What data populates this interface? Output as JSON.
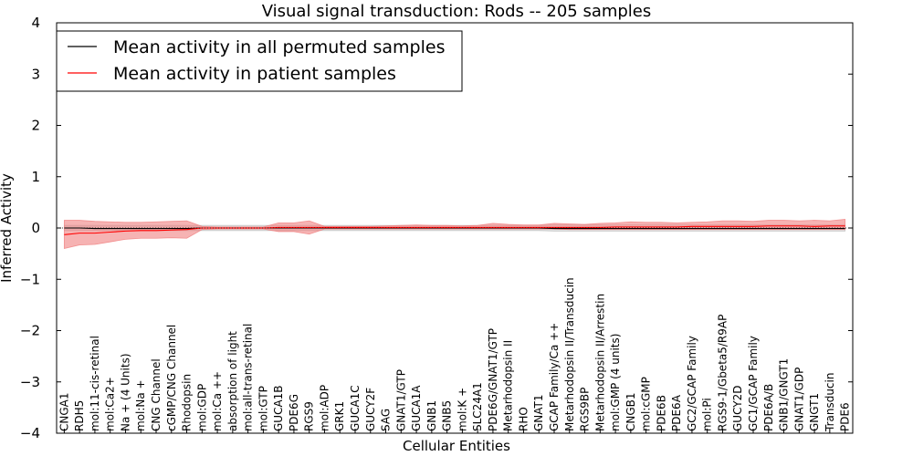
{
  "chart_data": {
    "type": "line",
    "title": "Visual signal transduction: Rods -- 205 samples",
    "xlabel": "Cellular Entities",
    "ylabel": "Inferred Activity",
    "ylim": [
      -4,
      4
    ],
    "yticks": [
      "−4",
      "−3",
      "−2",
      "−1",
      "0",
      "1",
      "2",
      "3",
      "4"
    ],
    "legend_position": "top-left",
    "categories": [
      "CNGA1",
      "RDH5",
      "mol:11-cis-retinal",
      "mol:Ca2+",
      "Na + (4 Units)",
      "mol:Na +",
      "CNG Channel",
      "cGMP/CNG Channel",
      "Rhodopsin",
      "mol:GDP",
      "mol:Ca ++",
      "absorption of light",
      "mol:all-trans-retinal",
      "mol:GTP",
      "GUCA1B",
      "PDE6G",
      "RGS9",
      "mol:ADP",
      "GRK1",
      "GUCA1C",
      "GUCY2F",
      "SAG",
      "GNAT1/GTP",
      "GUCA1A",
      "GNB1",
      "GNB5",
      "mol:K +",
      "SLC24A1",
      "PDE6G/GNAT1/GTP",
      "Metarhodopsin II",
      "RHO",
      "GNAT1",
      "GCAP Family/Ca ++",
      "Metarhodopsin II/Transducin",
      "RGS9BP",
      "Metarhodopsin II/Arrestin",
      "mol:GMP (4 units)",
      "CNGB1",
      "mol:cGMP",
      "PDE6B",
      "PDE6A",
      "GC2/GCAP Family",
      "mol:Pi",
      "RGS9-1/Gbeta5/R9AP",
      "GUCY2D",
      "GC1/GCAP Family",
      "PDE6A/B",
      "GNB1/GNGT1",
      "GNAT1/GDP",
      "GNGT1",
      "Transducin",
      "PDE6"
    ],
    "series": [
      {
        "name": "Mean activity in all permuted samples",
        "color": "#000000",
        "band_color": "#bbbbbb",
        "values": [
          0.0,
          0.0,
          -0.01,
          -0.01,
          -0.01,
          -0.01,
          -0.01,
          -0.01,
          -0.01,
          0.0,
          0.0,
          0.0,
          0.0,
          0.0,
          0.0,
          0.0,
          0.0,
          0.0,
          0.0,
          0.0,
          0.0,
          0.0,
          0.0,
          0.0,
          0.0,
          0.0,
          0.0,
          0.0,
          0.0,
          0.0,
          0.0,
          0.0,
          -0.01,
          -0.01,
          -0.01,
          -0.01,
          -0.01,
          -0.01,
          -0.01,
          -0.01,
          -0.01,
          -0.01,
          -0.01,
          -0.01,
          -0.01,
          -0.01,
          -0.01,
          -0.01,
          -0.01,
          -0.01,
          -0.01,
          -0.01
        ],
        "lower": [
          -0.05,
          -0.05,
          -0.05,
          -0.05,
          -0.05,
          -0.05,
          -0.05,
          -0.05,
          -0.05,
          -0.05,
          -0.05,
          -0.05,
          -0.05,
          -0.05,
          -0.05,
          -0.05,
          -0.05,
          -0.05,
          -0.05,
          -0.05,
          -0.05,
          -0.05,
          -0.05,
          -0.05,
          -0.05,
          -0.05,
          -0.05,
          -0.05,
          -0.05,
          -0.05,
          -0.05,
          -0.05,
          -0.06,
          -0.06,
          -0.06,
          -0.06,
          -0.06,
          -0.06,
          -0.06,
          -0.06,
          -0.06,
          -0.06,
          -0.06,
          -0.06,
          -0.06,
          -0.06,
          -0.06,
          -0.06,
          -0.06,
          -0.06,
          -0.06,
          -0.06
        ],
        "upper": [
          0.05,
          0.05,
          0.05,
          0.05,
          0.05,
          0.05,
          0.05,
          0.05,
          0.05,
          0.05,
          0.05,
          0.05,
          0.05,
          0.05,
          0.05,
          0.05,
          0.05,
          0.05,
          0.05,
          0.05,
          0.05,
          0.05,
          0.05,
          0.05,
          0.05,
          0.05,
          0.05,
          0.05,
          0.05,
          0.05,
          0.05,
          0.05,
          0.06,
          0.06,
          0.06,
          0.06,
          0.06,
          0.06,
          0.06,
          0.06,
          0.06,
          0.06,
          0.06,
          0.06,
          0.06,
          0.06,
          0.06,
          0.06,
          0.06,
          0.06,
          0.06,
          0.06
        ]
      },
      {
        "name": "Mean activity in patient samples",
        "color": "#ff0000",
        "band_color": "#f08080",
        "values": [
          -0.13,
          -0.1,
          -0.1,
          -0.08,
          -0.06,
          -0.05,
          -0.05,
          -0.04,
          -0.03,
          0.0,
          0.0,
          0.0,
          0.0,
          0.0,
          0.01,
          0.01,
          0.01,
          0.01,
          0.01,
          0.01,
          0.01,
          0.01,
          0.01,
          0.01,
          0.01,
          0.01,
          0.01,
          0.01,
          0.01,
          0.01,
          0.01,
          0.01,
          0.01,
          0.01,
          0.01,
          0.01,
          0.02,
          0.02,
          0.02,
          0.02,
          0.02,
          0.03,
          0.03,
          0.03,
          0.03,
          0.03,
          0.04,
          0.04,
          0.04,
          0.03,
          0.04,
          0.04
        ],
        "lower": [
          -0.4,
          -0.33,
          -0.32,
          -0.27,
          -0.22,
          -0.2,
          -0.2,
          -0.19,
          -0.2,
          -0.03,
          -0.02,
          -0.02,
          -0.02,
          -0.02,
          -0.07,
          -0.07,
          -0.12,
          -0.02,
          -0.02,
          -0.02,
          -0.02,
          -0.02,
          -0.02,
          -0.02,
          -0.02,
          -0.02,
          -0.02,
          -0.02,
          -0.02,
          -0.02,
          -0.02,
          -0.02,
          -0.02,
          -0.03,
          -0.03,
          -0.03,
          -0.03,
          -0.03,
          -0.03,
          -0.03,
          -0.03,
          -0.03,
          -0.03,
          -0.03,
          -0.03,
          -0.03,
          -0.03,
          -0.03,
          -0.03,
          -0.03,
          -0.03,
          -0.03
        ],
        "upper": [
          0.15,
          0.15,
          0.13,
          0.12,
          0.11,
          0.11,
          0.12,
          0.13,
          0.14,
          0.03,
          0.02,
          0.02,
          0.02,
          0.02,
          0.1,
          0.1,
          0.14,
          0.03,
          0.03,
          0.03,
          0.03,
          0.04,
          0.05,
          0.06,
          0.05,
          0.05,
          0.04,
          0.05,
          0.09,
          0.07,
          0.06,
          0.06,
          0.09,
          0.08,
          0.07,
          0.09,
          0.1,
          0.12,
          0.11,
          0.11,
          0.1,
          0.11,
          0.12,
          0.14,
          0.14,
          0.13,
          0.15,
          0.15,
          0.14,
          0.15,
          0.14,
          0.17
        ]
      }
    ]
  }
}
